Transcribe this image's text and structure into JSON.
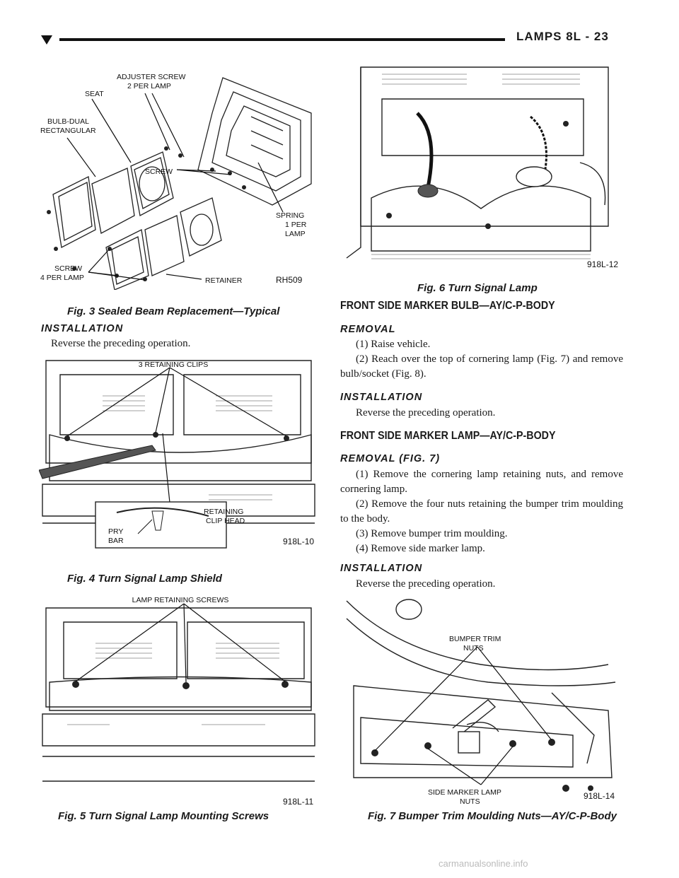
{
  "header": {
    "title": "LAMPS    8L - 23"
  },
  "figures": {
    "fig3": {
      "caption": "Fig. 3 Sealed Beam Replacement—Typical",
      "id": "RH509",
      "labels": {
        "adjuster_screw_1": "ADJUSTER SCREW",
        "adjuster_screw_2": "2 PER LAMP",
        "seat": "SEAT",
        "bulb_dual_1": "BULB-DUAL",
        "bulb_dual_2": "RECTANGULAR",
        "screw": "SCREW",
        "spring_1": "SPRING",
        "spring_2": "1 PER",
        "spring_3": "LAMP",
        "screw4_1": "SCREW",
        "screw4_2": "4 PER LAMP",
        "retainer": "RETAINER"
      }
    },
    "fig4": {
      "caption": "Fig. 4 Turn Signal Lamp Shield",
      "id": "918L-10",
      "labels": {
        "clips": "3 RETAINING CLIPS",
        "clip_head_1": "RETAINING",
        "clip_head_2": "CLIP HEAD",
        "pry_1": "PRY",
        "pry_2": "BAR"
      }
    },
    "fig5": {
      "caption": "Fig. 5 Turn Signal Lamp Mounting Screws",
      "id": "918L-11",
      "labels": {
        "screws": "LAMP RETAINING SCREWS"
      }
    },
    "fig6": {
      "caption": "Fig. 6 Turn Signal Lamp",
      "id": "918L-12"
    },
    "fig7": {
      "caption": "Fig. 7 Bumper Trim Moulding Nuts—AY/C-P-Body",
      "id": "918L-14",
      "labels": {
        "bumper_1": "BUMPER TRIM",
        "bumper_2": "NUTS",
        "side_1": "SIDE MARKER LAMP",
        "side_2": "NUTS"
      }
    }
  },
  "left_column": {
    "installation_heading": "INSTALLATION",
    "installation_text": "Reverse the preceding operation."
  },
  "right_column": {
    "section1_title": "FRONT SIDE MARKER BULB—AY/C-P-BODY",
    "removal_heading": "REMOVAL",
    "removal_step1": "(1) Raise vehicle.",
    "removal_step2": "(2) Reach over the top of cornering lamp (Fig. 7) and remove bulb/socket (Fig. 8).",
    "installation1_heading": "INSTALLATION",
    "installation1_text": "Reverse the preceding operation.",
    "section2_title": "FRONT SIDE MARKER LAMP—AY/C-P-BODY",
    "removal2_heading": "REMOVAL (FIG. 7)",
    "removal2_step1": "(1) Remove the cornering lamp retaining nuts, and remove cornering lamp.",
    "removal2_step2": "(2) Remove the four nuts retaining the bumper trim moulding to the body.",
    "removal2_step3": "(3) Remove bumper trim moulding.",
    "removal2_step4": "(4) Remove side marker lamp.",
    "installation2_heading": "INSTALLATION",
    "installation2_text": "Reverse the preceding operation."
  },
  "watermark": "carmanualsonline.info"
}
